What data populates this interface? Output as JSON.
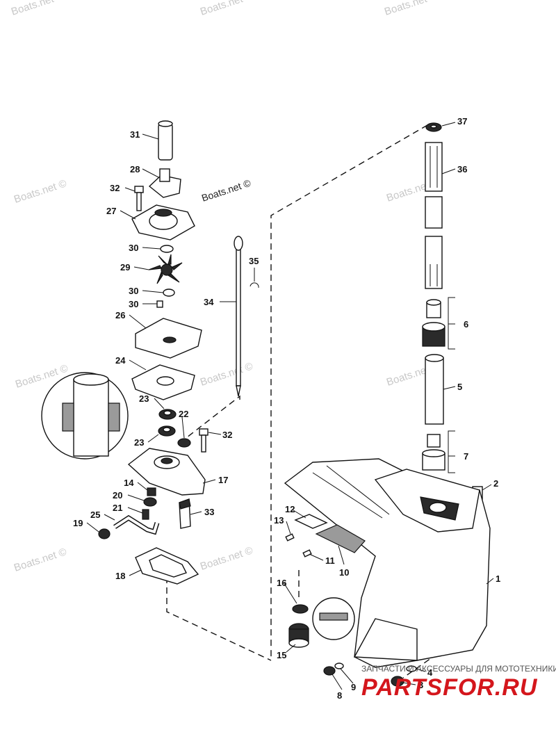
{
  "watermark": "Boats.net ©",
  "footer": {
    "tagline": "ЗАПЧАСТИ И АКСЕССУАРЫ ДЛЯ МОТОТЕХНИКИ",
    "logo": "PARTSFOR.RU"
  },
  "callouts": {
    "c1": "1",
    "c2": "2",
    "c3": "3",
    "c4": "4",
    "c5": "5",
    "c6": "6",
    "c7": "7",
    "c8": "8",
    "c9": "9",
    "c10": "10",
    "c11": "11",
    "c12": "12",
    "c13": "13",
    "c14": "14",
    "c15": "15",
    "c16": "16",
    "c17": "17",
    "c18": "18",
    "c19": "19",
    "c20": "20",
    "c21": "21",
    "c22": "22",
    "c23a": "23",
    "c23b": "23",
    "c24": "24",
    "c25": "25",
    "c26": "26",
    "c27": "27",
    "c28": "28",
    "c29": "29",
    "c30a": "30",
    "c30b": "30",
    "c30c": "30",
    "c31": "31",
    "c32a": "32",
    "c32b": "32",
    "c33": "33",
    "c34": "34",
    "c35": "35",
    "c36": "36",
    "c37": "37"
  }
}
